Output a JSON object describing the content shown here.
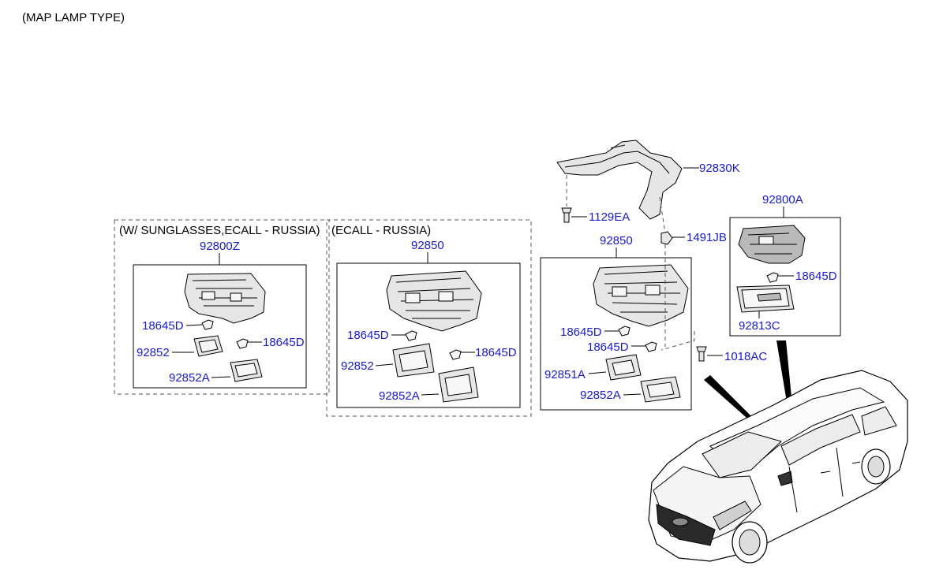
{
  "header": {
    "title": "(MAP LAMP TYPE)"
  },
  "groups": {
    "g1_label": "(W/ SUNGLASSES,ECALL - RUSSIA)",
    "g2_label": "(ECALL - RUSSIA)"
  },
  "parts": {
    "p92800Z": "92800Z",
    "p92850a": "92850",
    "p92850b": "92850",
    "p92800A": "92800A",
    "p92830K": "92830K",
    "p1129EA": "1129EA",
    "p1491JB": "1491JB",
    "p1018AC": "1018AC",
    "p92813C": "92813C",
    "p92852_g1": "92852",
    "p92852A_g1": "92852A",
    "p92852_g2": "92852",
    "p92852A_g2": "92852A",
    "p92851A_g3": "92851A",
    "p92852A_g3": "92852A",
    "p18645D": "18645D"
  },
  "colors": {
    "part_number": "#1a1acc",
    "text": "#000000"
  }
}
